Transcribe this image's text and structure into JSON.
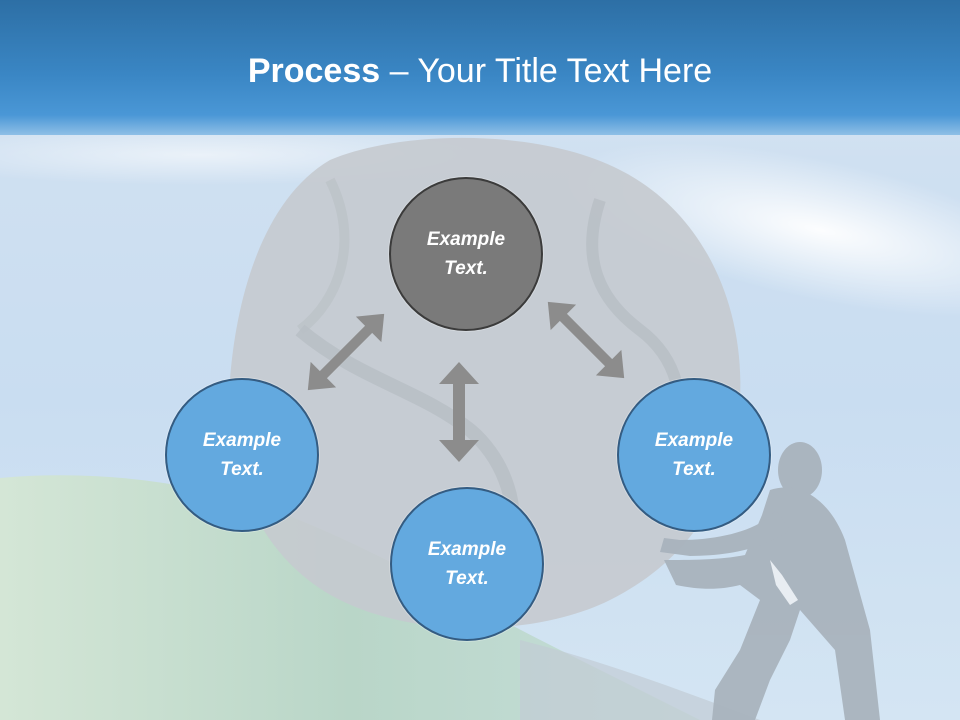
{
  "title": {
    "bold": "Process",
    "rest": " – Your Title Text Here"
  },
  "nodes": {
    "top": {
      "label": "Example Text.",
      "color": "#7a7a7a"
    },
    "left": {
      "label": "Example Text.",
      "color": "#63a9df"
    },
    "right": {
      "label": "Example Text.",
      "color": "#63a9df"
    },
    "bottom": {
      "label": "Example Text.",
      "color": "#63a9df"
    }
  },
  "colors": {
    "title_bar": "#3a86c4",
    "arrow": "#8c8c8c",
    "boulder": "#c4c9ce",
    "hill": "#bcd8cc"
  }
}
